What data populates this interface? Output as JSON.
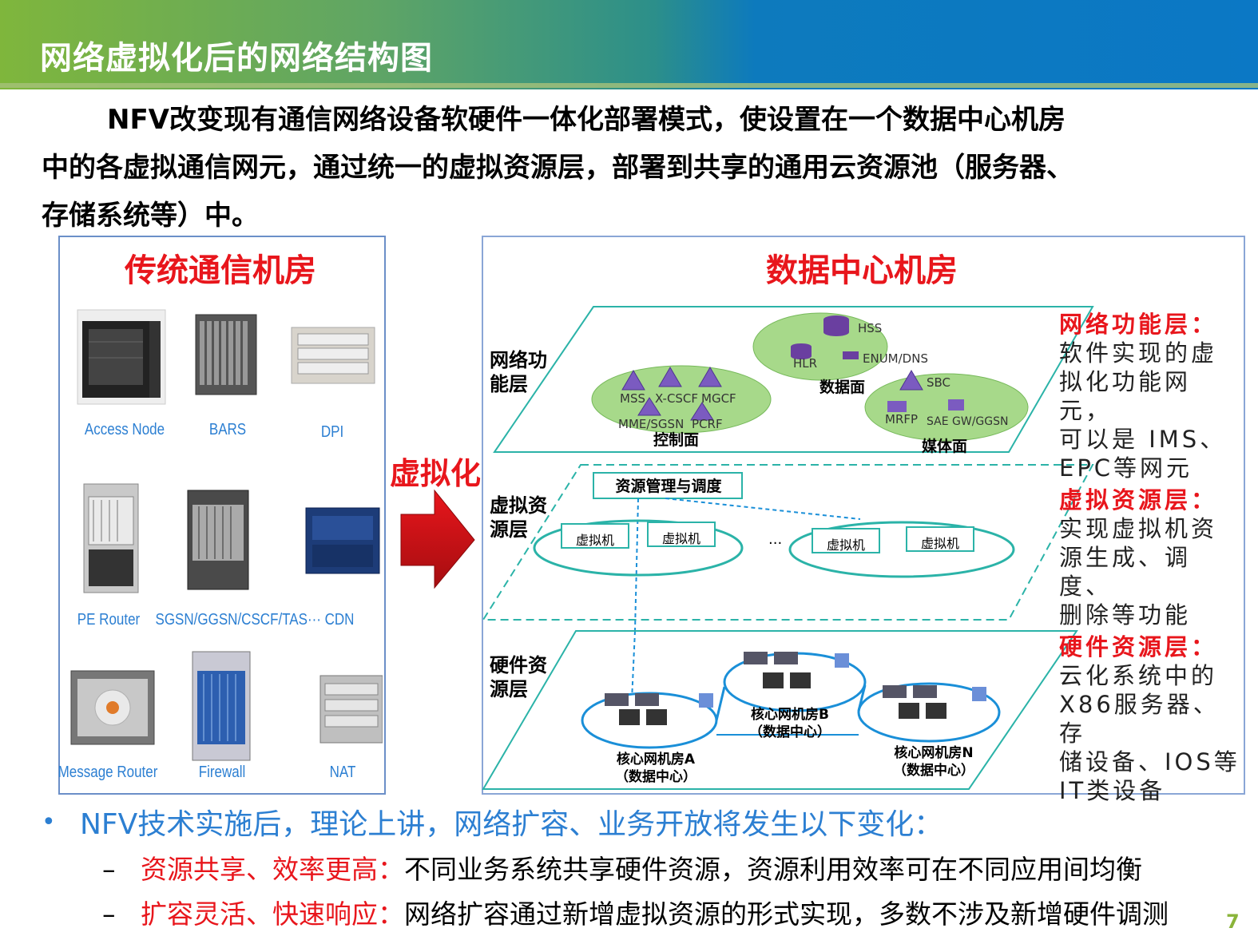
{
  "header": {
    "title": "网络虚拟化后的网络结构图"
  },
  "intro": {
    "line1": "NFV改变现有通信网络设备软硬件一体化部署模式，使设置在一个数据中心机房",
    "line2": "中的各虚拟通信网元，通过统一的虚拟资源层，部署到共享的通用云资源池（服务器、",
    "line3": "存储系统等）中。"
  },
  "left_panel": {
    "title": "传统通信机房",
    "devices": [
      {
        "label": "Access Node",
        "icon": "rack-chassis-icon"
      },
      {
        "label": "BARS",
        "icon": "blade-chassis-icon"
      },
      {
        "label": "DPI",
        "icon": "router-chassis-icon"
      },
      {
        "label": "PE Router",
        "icon": "tall-router-icon"
      },
      {
        "label": "SGSN/GGSN/CSCF/TAS···",
        "icon": "blade-chassis-icon"
      },
      {
        "label": "CDN",
        "icon": "server-box-icon"
      },
      {
        "label": "Message Router",
        "icon": "rack-chassis-icon"
      },
      {
        "label": "Firewall",
        "icon": "firewall-chassis-icon"
      },
      {
        "label": "NAT",
        "icon": "router-chassis-icon"
      }
    ]
  },
  "arrow": {
    "label": "虚拟化"
  },
  "right_panel": {
    "title": "数据中心机房",
    "layers": {
      "function": {
        "label_l1": "网络功",
        "label_l2": "能层",
        "groups": {
          "data": {
            "name": "数据面",
            "items": [
              "HSS",
              "HLR",
              "ENUM/DNS"
            ]
          },
          "control": {
            "name": "控制面",
            "items": [
              "MSS",
              "X-CSCF",
              "MGCF",
              "MME/SGSN",
              "PCRF"
            ]
          },
          "media": {
            "name": "媒体面",
            "items": [
              "SBC",
              "MRFP",
              "SAE GW/GGSN"
            ]
          }
        }
      },
      "virtual": {
        "label_l1": "虚拟资",
        "label_l2": "源层",
        "manager": "资源管理与调度",
        "vm": "虚拟机",
        "ellipsis": "···"
      },
      "hardware": {
        "label_l1": "硬件资",
        "label_l2": "源层",
        "sites": [
          {
            "name": "核心网机房A",
            "sub": "（数据中心）"
          },
          {
            "name": "核心网机房B",
            "sub": "（数据中心）"
          },
          {
            "name": "核心网机房N",
            "sub": "（数据中心）"
          }
        ]
      }
    },
    "descriptions": [
      {
        "head": "网络功能层：",
        "lines": [
          "软件实现的虚",
          "拟化功能网元，",
          "可以是 IMS、",
          "EPC等网元"
        ]
      },
      {
        "head": "虚拟资源层：",
        "lines": [
          "实现虚拟机资",
          "源生成、调度、",
          "删除等功能"
        ]
      },
      {
        "head": "硬件资源层：",
        "lines": [
          "云化系统中的",
          "X86服务器、存",
          "储设备、IOS等",
          "IT类设备"
        ]
      }
    ]
  },
  "bullets": {
    "main": "NFV技术实施后，理论上讲，网络扩容、业务开放将发生以下变化：",
    "subs": [
      {
        "dash": "–",
        "red": "资源共享、效率更高：",
        "text": "不同业务系统共享硬件资源，资源利用效率可在不同应用间均衡"
      },
      {
        "dash": "–",
        "red": "扩容灵活、快速响应：",
        "text": "网络扩容通过新增虚拟资源的形式实现，多数不涉及新增硬件调测"
      }
    ]
  },
  "page_number": "7",
  "colors": {
    "accent_red": "#e8161c",
    "accent_blue": "#2c7fd2",
    "layer_teal": "#2bb3a8",
    "hw_line": "#1a8fd8"
  }
}
